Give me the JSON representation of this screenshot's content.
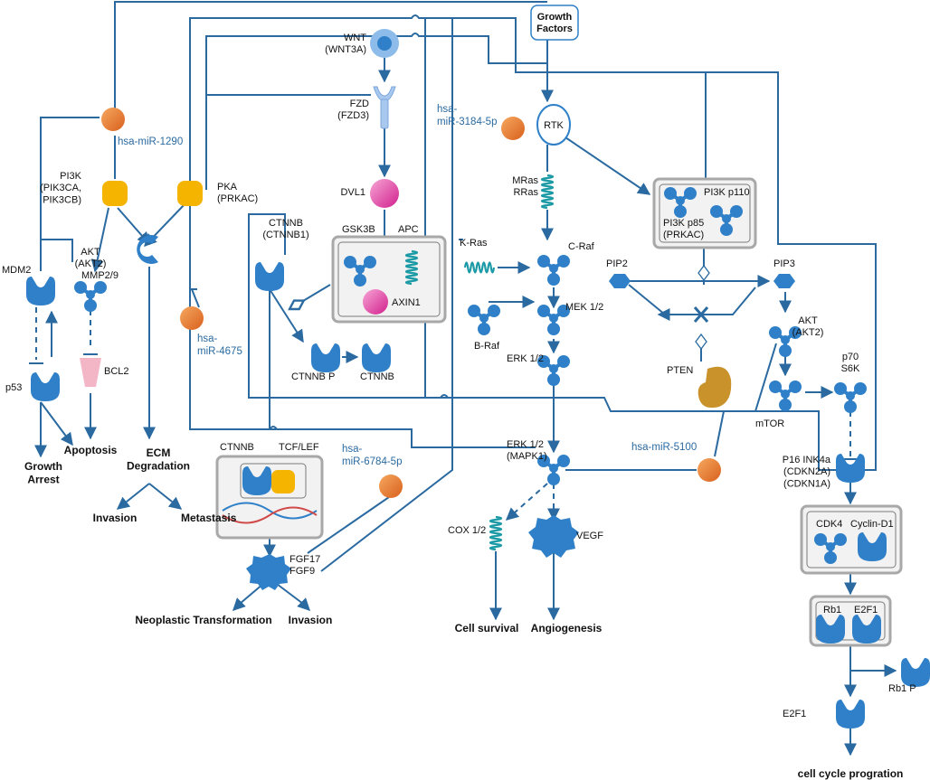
{
  "nodes": {
    "growth_factors": "Growth\nFactors",
    "wnt": "WNT\n(WNT3A)",
    "fzd": "FZD\n(FZD3)",
    "dvl1": "DVL1",
    "rtk": "RTK",
    "mras": "MRas\nRRas",
    "pi3k_p110": "PI3K p110",
    "pi3k_p85": "PI3K p85\n(PRKAC)",
    "pi3k_left": "PI3K\n(PIK3CA,\nPIK3CB)",
    "pka": "PKA\n(PRKAC)",
    "akt_left": "AKT\n(AKT2)",
    "mdm2": "MDM2",
    "mmp": "MMP2/9",
    "bcl2": "BCL2",
    "p53": "p53",
    "ctnnb_top": "CTNNB\n(CTNNB1)",
    "gsk3b": "GSK3B",
    "apc": "APC",
    "axin1": "AXIN1",
    "ctnnb_p": "CTNNB P",
    "ctnnb_right": "CTNNB",
    "kras": "K-Ras",
    "craf": "C-Raf",
    "mek": "MEK 1/2",
    "braf": "B-Raf",
    "erk_top": "ERK 1/2",
    "erk_mapk": "ERK 1/2\n(MAPK1)",
    "pip2": "PIP2",
    "pip3": "PIP3",
    "akt_right": "AKT\n(AKT2)",
    "pten": "PTEN",
    "p70": "p70\nS6K",
    "mtor": "mTOR",
    "p16": "P16 INK4a\n(CDKN2A)\n(CDKN1A)",
    "cdk4": "CDK4",
    "cyclin": "Cyclin-D1",
    "rb1": "Rb1",
    "e2f1_box": "E2F1",
    "rb1p": "Rb1 P",
    "e2f1": "E2F1",
    "ctnnb_tcf": "CTNNB",
    "tcf": "TCF/LEF",
    "fgf": "FGF17\nFGF9",
    "cox": "COX 1/2",
    "vegf": "VEGF"
  },
  "mirnas": {
    "mir1290": "hsa-miR-1290",
    "mir3184": "hsa-\nmiR-3184-5p",
    "mir4675": "hsa-\nmiR-4675",
    "mir6784": "hsa-\nmiR-6784-5p",
    "mir5100": "hsa-miR-5100"
  },
  "outcomes": {
    "growth_arrest": "Growth\nArrest",
    "apoptosis": "Apoptosis",
    "ecm": "ECM\nDegradation",
    "invasion_left": "Invasion",
    "metastasis": "Metastasis",
    "neoplastic": "Neoplastic Transformation",
    "invasion_mid": "Invasion",
    "cell_survival": "Cell survival",
    "angiogenesis": "Angiogenesis",
    "cell_cycle": "cell cycle progration"
  },
  "colors": {
    "edge": "#2a6aa0",
    "protein": "#2f80c8",
    "kinase": "#f5b400",
    "mirna": "#e8742c",
    "dvl": "#e040a0",
    "bcl2": "#f2b6c6",
    "pten": "#c9922a",
    "wnt": "#7fb2e8"
  }
}
